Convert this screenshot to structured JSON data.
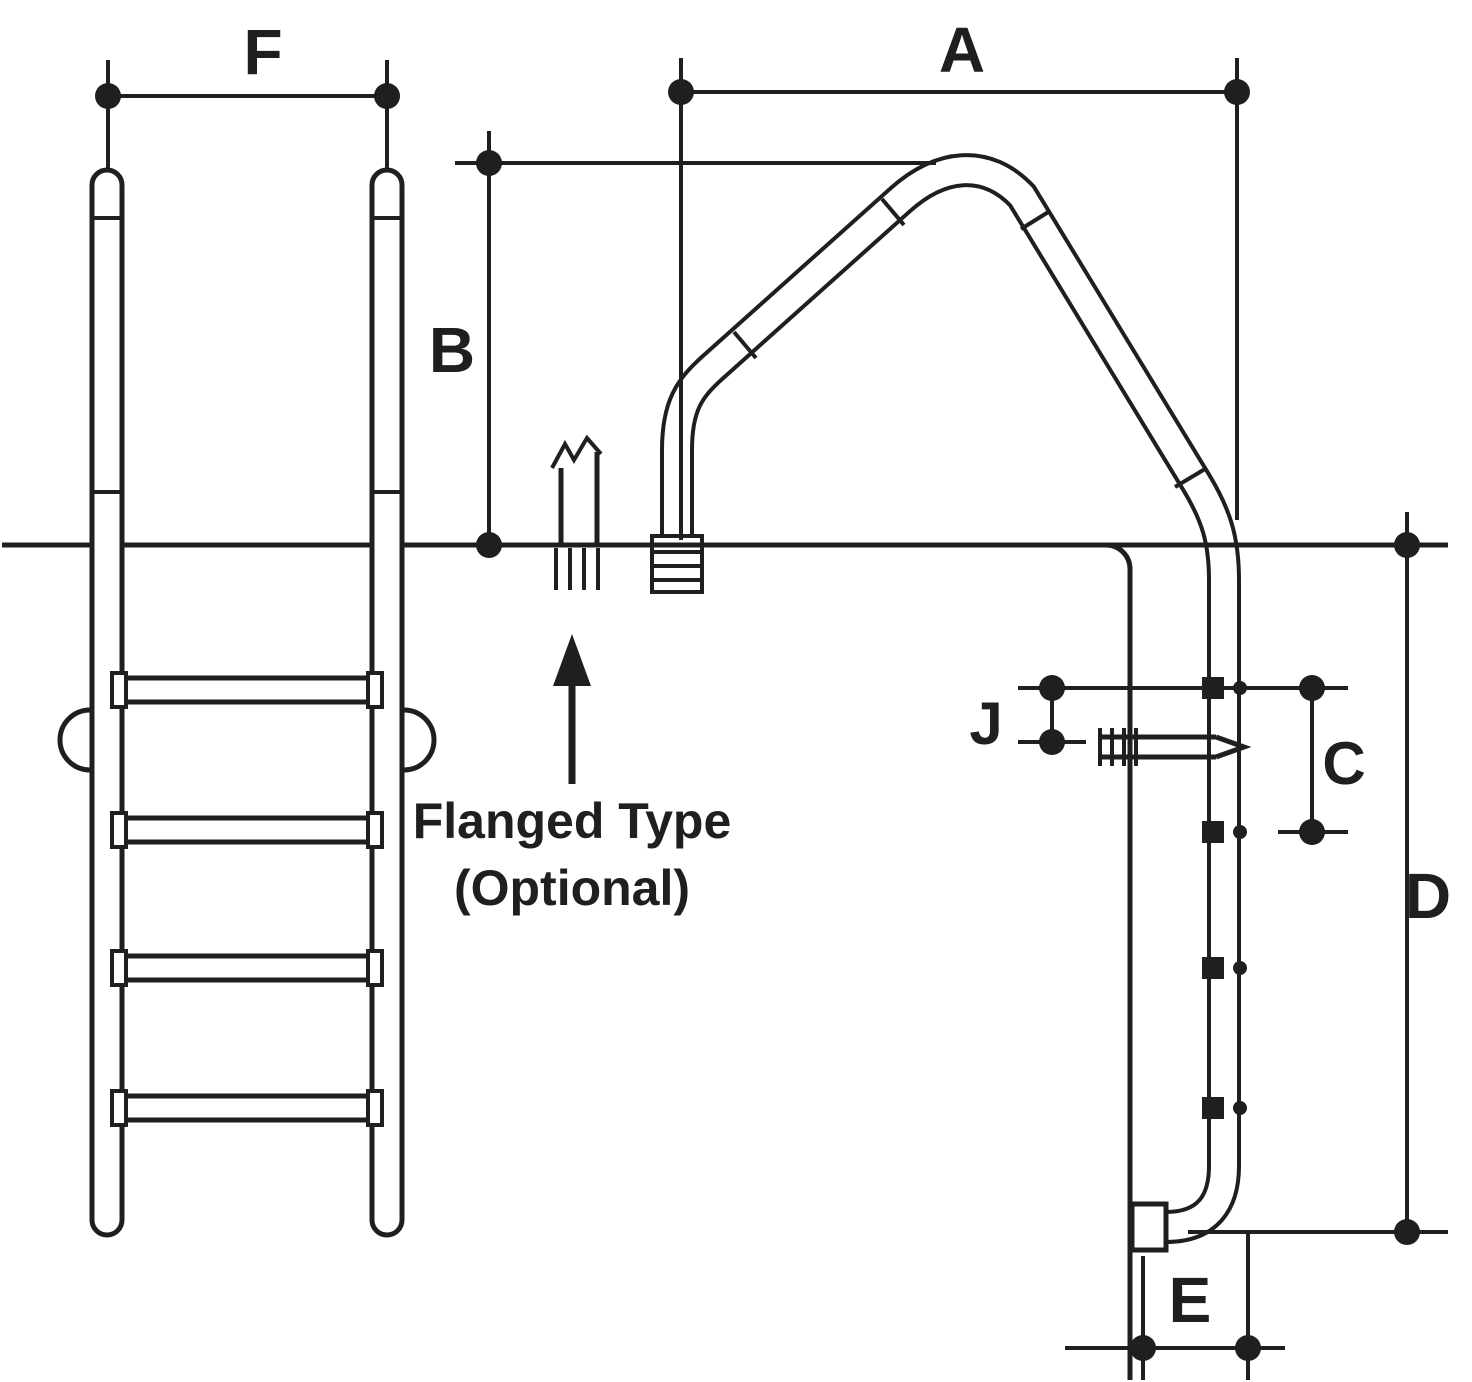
{
  "diagram": {
    "labels": {
      "dim_f": "F",
      "dim_a": "A",
      "dim_b": "B",
      "dim_c": "C",
      "dim_d": "D",
      "dim_e": "E",
      "dim_j": "J"
    },
    "annotation": {
      "line1": "Flanged Type",
      "line2": "(Optional)"
    },
    "colors": {
      "line": "#1f1f1f",
      "background": "#ffffff"
    }
  }
}
